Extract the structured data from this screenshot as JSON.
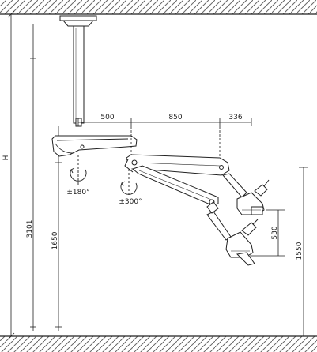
{
  "dimensions": {
    "overall_height_symbol": "H",
    "horizontal": [
      "500",
      "850",
      "336"
    ],
    "rotation_upper": "±180°",
    "rotation_lower": "±300°",
    "left_vertical_a": "3101",
    "left_vertical_b": "1650",
    "right_vertical_small": "530",
    "right_vertical_tall": "1550"
  },
  "colors": {
    "line": "#222222",
    "hatch": "#666666",
    "background": "#ffffff"
  }
}
